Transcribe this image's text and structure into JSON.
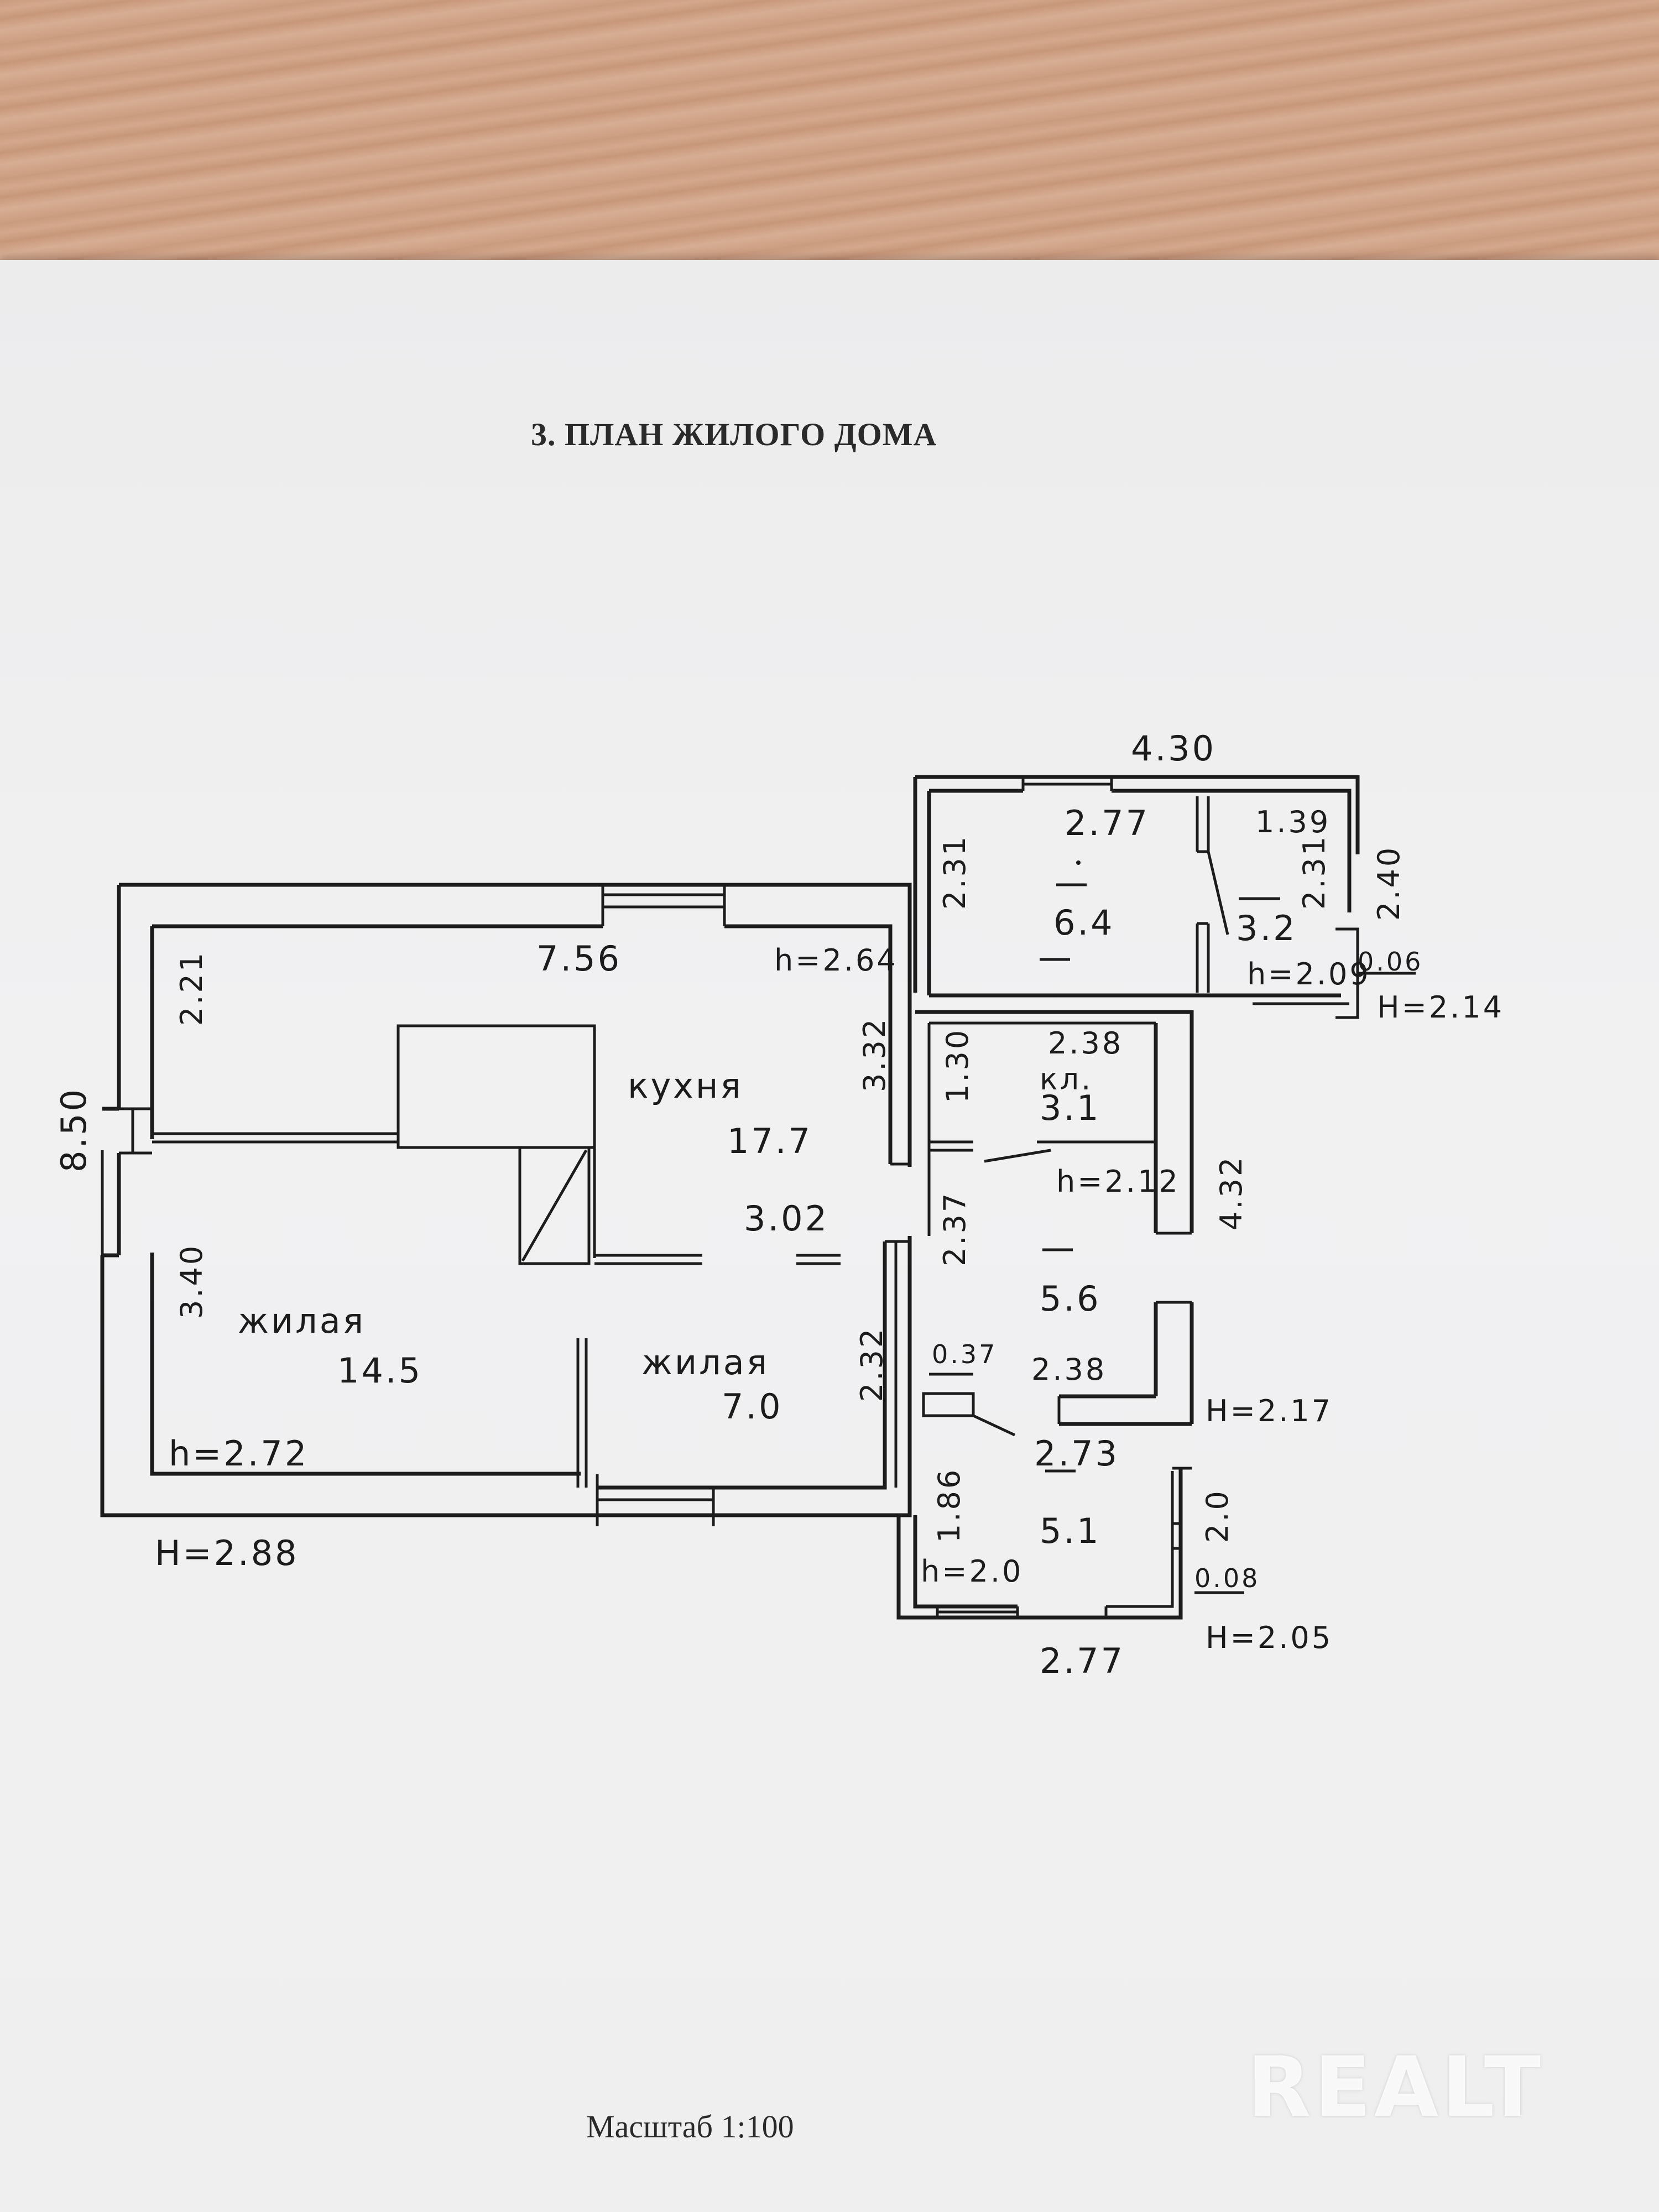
{
  "document": {
    "title": "3. ПЛАН ЖИЛОГО ДОМА",
    "scale": "Масштаб 1:100",
    "watermark": "REALT"
  },
  "plan": {
    "dims": {
      "top_extension": "4.30",
      "main_top": "7.56",
      "left_total": "8.50",
      "left_upper": "2.21",
      "left_lower": "3.40",
      "kitchen_right": "3.32",
      "passage_width": "3.02",
      "hall_right_lower": "2.37",
      "living_small_right": "2.32",
      "ext_room_width": "2.77",
      "ext_closet_width": "1.39",
      "ext_left": "2.31",
      "ext_inner": "2.31",
      "ext_right": "2.40",
      "ext_offset": "0.06",
      "pantry_top": "2.38",
      "pantry_left": "1.30",
      "right_side": "4.32",
      "hall_width": "2.38",
      "small_offset": "0.37",
      "diag_width": "2.73",
      "porch_left": "1.86",
      "porch_right": "2.0",
      "porch_offset": "0.08",
      "porch_bottom": "2.77"
    },
    "heights": {
      "kitchen": "h=2.64",
      "ext_room": "h=2.09",
      "ext_outer": "H=2.14",
      "pantry": "h=2.12",
      "right_block": "H=2.17",
      "living_large": "h=2.72",
      "main_outer": "H=2.88",
      "porch": "h=2.0",
      "porch_outer": "H=2.05"
    },
    "rooms": {
      "kitchen_name": "кухня",
      "kitchen_area": "17.7",
      "living_large_name": "жилая",
      "living_large_area": "14.5",
      "living_small_name": "жилая",
      "living_small_area": "7.0",
      "ext_room_area": "6.4",
      "ext_closet_area": "3.2",
      "pantry_name": "кл.",
      "pantry_area": "3.1",
      "hall_area": "5.6",
      "porch_area": "5.1"
    }
  }
}
